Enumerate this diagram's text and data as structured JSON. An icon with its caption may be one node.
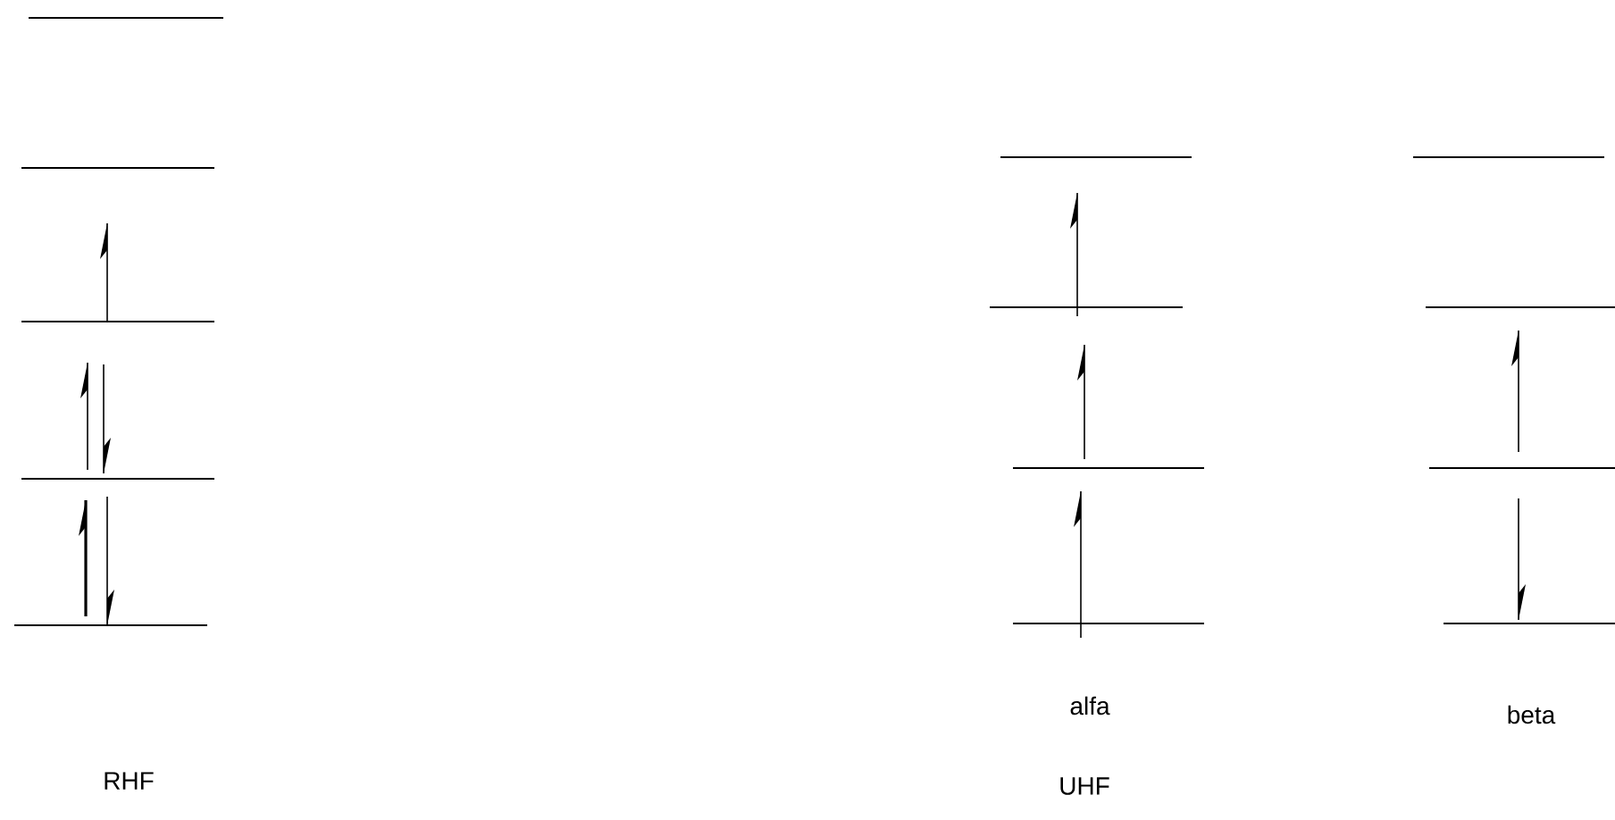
{
  "diagram": {
    "labels": [
      "alfa",
      "beta",
      "RHF",
      "UHF"
    ]
  }
}
